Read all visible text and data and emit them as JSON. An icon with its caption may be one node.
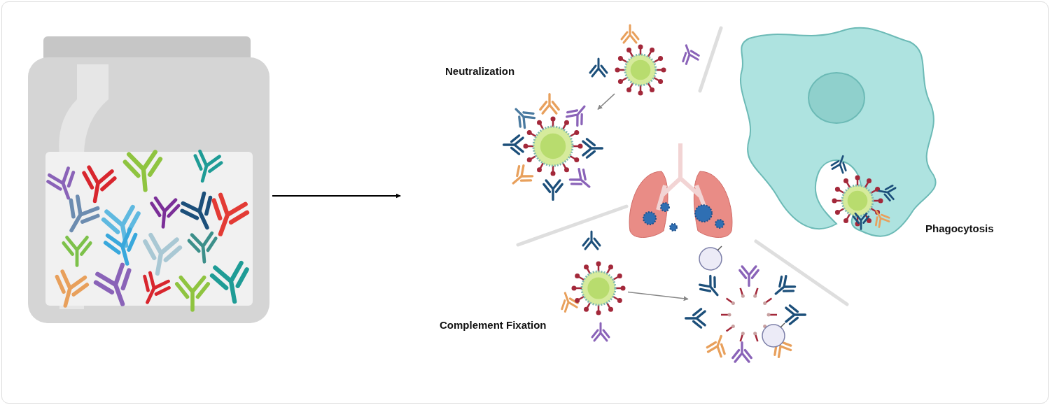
{
  "diagram": {
    "nodes": [
      {
        "text": [],
        "shape": "picture"
      },
      {
        "text": [],
        "shape": "picture"
      },
      {
        "text": [],
        "shape": "picture"
      },
      {
        "text": [],
        "shape": "picture"
      },
      {
        "text": [],
        "shape": "picture"
      }
    ],
    "edges": [
      {
        "from": 0,
        "to": null,
        "arrow": "to",
        "color": "#000000"
      },
      {
        "from": 1,
        "to": 2,
        "arrow": "to"
      },
      {
        "from": 3,
        "to": 4,
        "arrow": "to"
      }
    ],
    "labels": [
      "Neutralization",
      "Phagocytosis",
      "Complement Fixation"
    ]
  }
}
